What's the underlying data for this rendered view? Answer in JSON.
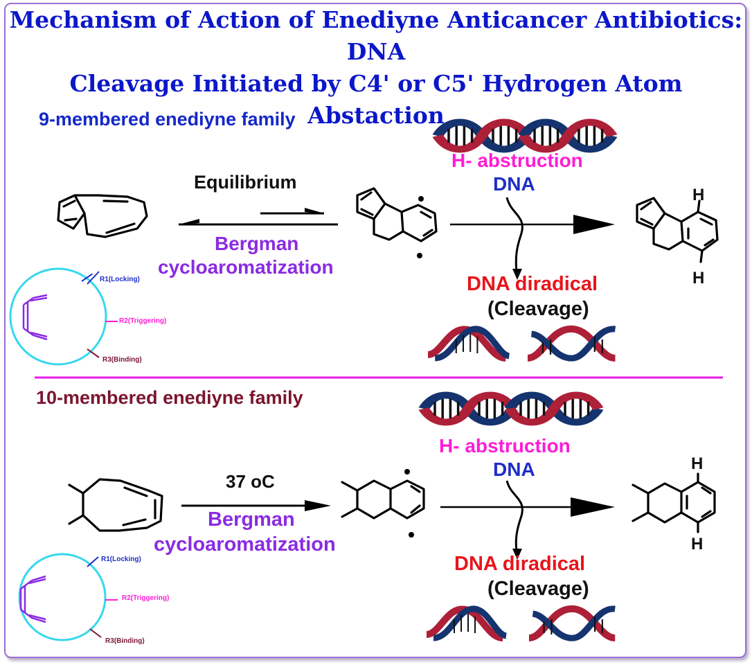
{
  "title_line1": "Mechanism of Action of Enediyne Anticancer Antibiotics: DNA",
  "title_line2": "Cleavage Initiated by C4' or C5' Hydrogen Atom Abstaction",
  "colors": {
    "title": "#0b17c9",
    "nine_heading": "#1428c8",
    "ten_heading": "#7a1530",
    "purple": "#8a2be2",
    "magenta": "#ff1cd6",
    "dna_blue": "#1e2ec8",
    "red": "#e8151b",
    "cyan": "#35d8ee",
    "divider": "#e81ce6"
  },
  "nine": {
    "heading": "9-membered enediyne family",
    "equilibrium": "Equilibrium",
    "bergman": "Bergman",
    "cycloaromatization": "cycloaromatization",
    "h_abstruction": "H- abstruction",
    "dna": "DNA",
    "dna_diradical": "DNA diradical",
    "cleavage": "(Cleavage)",
    "h_top": "H",
    "h_bottom": "H",
    "r1": "R1(Locking)",
    "r2": "R2(Triggering)",
    "r3": "R3(Binding)"
  },
  "ten": {
    "heading": "10-membered enediyne family",
    "temperature": "37 oC",
    "bergman": "Bergman",
    "cycloaromatization": "cycloaromatization",
    "h_abstruction": "H- abstruction",
    "dna": "DNA",
    "dna_diradical": "DNA diradical",
    "cleavage": "(Cleavage)",
    "h_top": "H",
    "h_bottom": "H",
    "r1": "R1(Locking)",
    "r2": "R2(Triggering)",
    "r3": "R3(Binding)"
  }
}
